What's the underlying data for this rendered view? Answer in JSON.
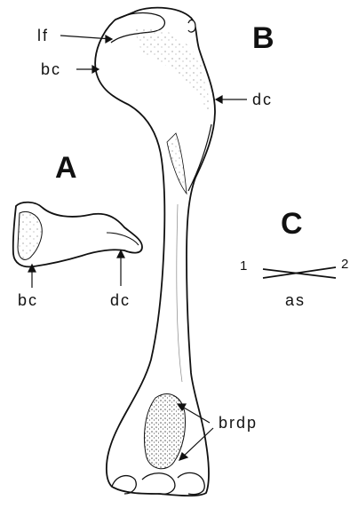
{
  "panels": {
    "a": "A",
    "b": "B",
    "c": "C"
  },
  "labels": {
    "lf": "lf",
    "bc_b": "bc",
    "dc_b": "dc",
    "bc_a": "bc",
    "dc_a": "dc",
    "brdp": "brdp",
    "as": "as",
    "one": "1",
    "two": "2"
  },
  "colors": {
    "ink": "#111111",
    "stipple": "#555555",
    "bone": "#ffffff"
  }
}
